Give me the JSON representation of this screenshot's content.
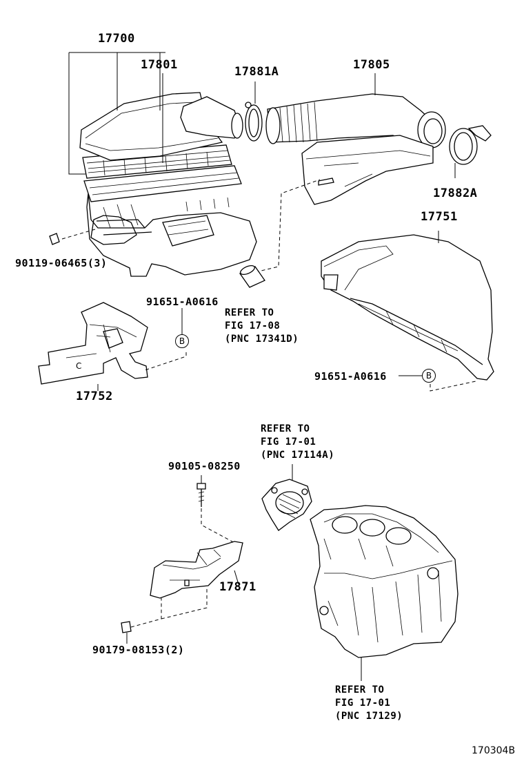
{
  "diagram_code": "170304B",
  "parts": {
    "p17700": "17700",
    "p17801": "17801",
    "p17881A": "17881A",
    "p17805": "17805",
    "p17882A": "17882A",
    "p17751": "17751",
    "p90119": "90119-06465(3)",
    "p91651_left": "91651-A0616",
    "p91651_right": "91651-A0616",
    "p17752": "17752",
    "p90105": "90105-08250",
    "p17871": "17871",
    "p90179": "90179-08153(2)"
  },
  "refs": {
    "ref_17_08": {
      "l1": "REFER TO",
      "l2": "FIG 17-08",
      "l3": "(PNC 17341D)"
    },
    "ref_17_01_a": {
      "l1": "REFER TO",
      "l2": "FIG 17-01",
      "l3": "(PNC 17114A)"
    },
    "ref_17_01_b": {
      "l1": "REFER TO",
      "l2": "FIG 17-01",
      "l3": "(PNC 17129)"
    }
  },
  "marks": {
    "b_left": "B",
    "b_right": "B"
  },
  "bracket_letter": "C"
}
